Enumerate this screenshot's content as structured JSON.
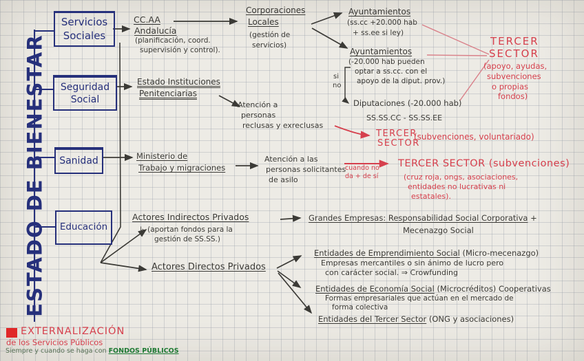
{
  "colors": {
    "ink_blue": "#26307b",
    "ink_dark": "#3b3a36",
    "ink_red": "#d6404d",
    "ink_green": "#1f7a34"
  },
  "titulo_vertical": "ESTADO DE BIENESTAR",
  "boxes": {
    "servicios": {
      "line1": "Servicios",
      "line2": "Sociales"
    },
    "seguridad": {
      "line1": "Seguridad",
      "line2": "Social"
    },
    "sanidad": {
      "label": "Sanidad"
    },
    "educacion": {
      "label": "Educación"
    }
  },
  "servicios_branch": {
    "ccaa": {
      "l1": "CC.AA",
      "l2": "Andalucía",
      "l3": "(planificación, coord.",
      "l4": "supervisión y control)."
    },
    "corporaciones": {
      "l1": "Corporaciones",
      "l2": "Locales",
      "l3": "(gestión de",
      "l4": "servicios)"
    },
    "ayuntamientos1": {
      "titulo": "Ayuntamientos",
      "l1": "(ss.cc +20.000 hab",
      "l2": "+ ss.ee si ley)"
    },
    "ayuntamientos2": {
      "titulo": "Ayuntamientos",
      "l1": "(-20.000 hab pueden",
      "l2": "optar a ss.cc. con el",
      "l3": "apoyo de la diput. prov.)",
      "si": "si",
      "no": "no",
      "diputaciones": "Diputaciones (-20.000 hab)",
      "detalle": "SS.SS.CC - SS.SS.EE"
    },
    "tercer_sector": {
      "l1": "TERCER",
      "l2": "SECTOR",
      "l3": "(apoyo, ayudas,",
      "l4": "subvenciones",
      "l5": "o propias",
      "l6": "fondos)"
    }
  },
  "seguridad_branch": {
    "estado": {
      "l1": "Estado Instituciones",
      "l2": "Penitenciarias"
    },
    "atencion": {
      "l1": "Atención a",
      "l2": "personas",
      "l3": "reclusas y exreclusas"
    },
    "tercer_sector": {
      "l1": "TERCER",
      "l2": "SECTOR",
      "nota": "(subvenciones, voluntariado)"
    }
  },
  "sanidad_branch": {
    "ministerio": {
      "l1": "Ministerio de",
      "l2": "Trabajo y migraciones"
    },
    "atencion": {
      "l1": "Atención a las",
      "l2": "personas solicitantes",
      "l3": "de asilo"
    },
    "cuando": {
      "l1": "cuando no",
      "l2": "da + de sí"
    },
    "tercer_sector": {
      "titulo": "TERCER SECTOR (subvenciones)",
      "l1": "(cruz roja, ongs, asociaciones,",
      "l2": "entidades no lucrativas ni",
      "l3": "estatales)."
    }
  },
  "actores_branch": {
    "indirectos": {
      "titulo": "Actores Indirectos Privados",
      "nota1": "↳ (aportan fondos para la",
      "nota2": "gestión de SS.SS.)"
    },
    "grandes": {
      "l1": "Grandes Empresas: Responsabilidad Social Corporativa",
      "l1_sufijo": " +",
      "l2": "Mecenazgo Social"
    },
    "directos": {
      "titulo": "Actores Directos Privados"
    },
    "emprendimiento": {
      "titulo": "Entidades de Emprendimiento Social",
      "sufijo": " (Micro-mecenazgo)",
      "l1": "Empresas mercantiles o sin ánimo de lucro pero",
      "l2": "con carácter social. ⇒ Crowfunding"
    },
    "economia": {
      "titulo": "Entidades de Economía Social",
      "sufijo": " (Microcréditos) Cooperativas",
      "l1": "Formas empresariales que actúan en el mercado de",
      "l2": "forma colectiva"
    },
    "tercer": {
      "titulo": "Entidades del Tercer Sector",
      "sufijo": " (ONG y asociaciones)"
    }
  },
  "footer": {
    "titulo": "EXTERNALIZACIÓN",
    "sub": "de los Servicios Públicos",
    "nota": "Siempre y cuando se haga con ",
    "nota_destacado": "FONDOS PÚBLICOS"
  }
}
